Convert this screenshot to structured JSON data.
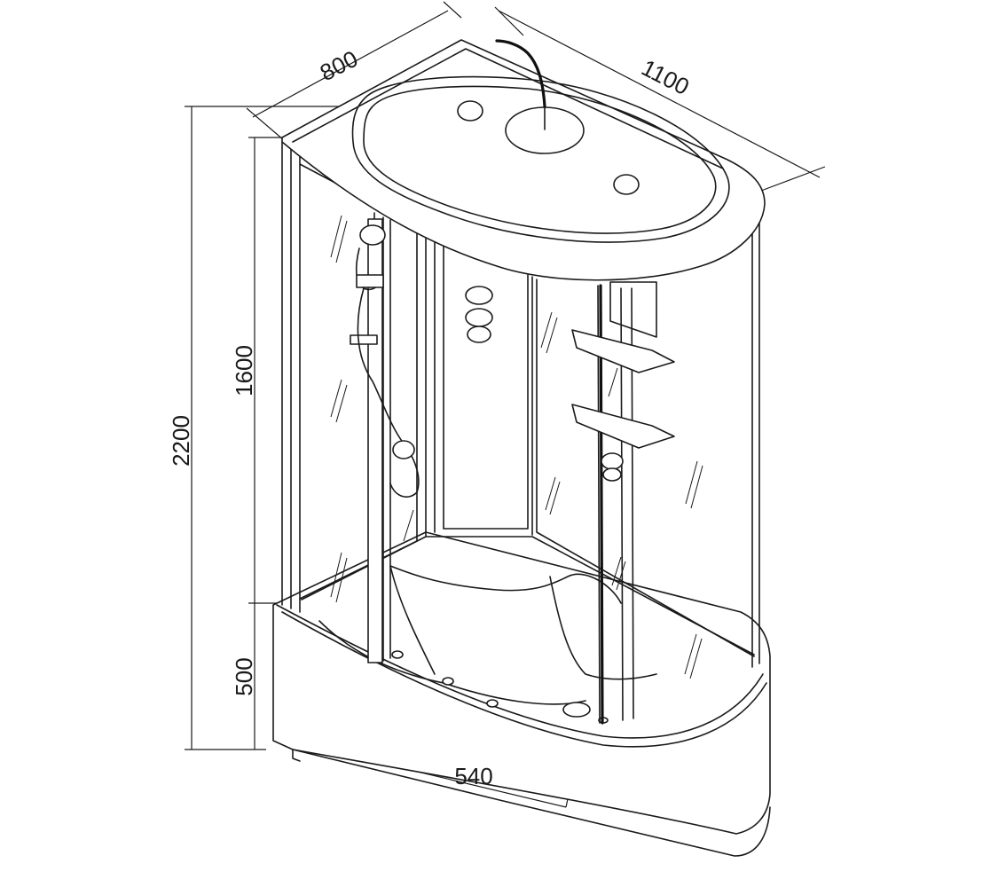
{
  "dimensions": {
    "depth": "800",
    "length": "1100",
    "total_height": "2200",
    "glass_height": "1600",
    "tray_height": "500",
    "seat_width": "540"
  }
}
